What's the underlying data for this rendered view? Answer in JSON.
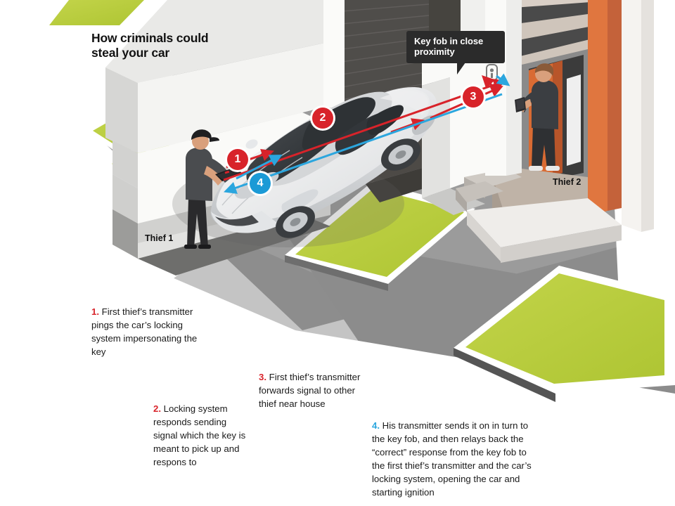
{
  "header": {
    "title_line1": "How criminals could",
    "title_line2": "steal your car"
  },
  "callout": {
    "line1": "Key fob in close",
    "line2": "proximity"
  },
  "labels": {
    "thief1": "Thief 1",
    "thief2": "Thief 2"
  },
  "markers": [
    {
      "id": "1",
      "color": "#D8232A"
    },
    {
      "id": "2",
      "color": "#D8232A"
    },
    {
      "id": "3",
      "color": "#D8232A"
    },
    {
      "id": "4",
      "color": "#1B9AD6"
    }
  ],
  "captions": [
    {
      "number": "1.",
      "number_color": "#D8232A",
      "text": "First thief’s transmitter pings the car’s locking system impersonating the key"
    },
    {
      "number": "2.",
      "number_color": "#D8232A",
      "text": "Locking system responds sending signal which the key is meant to pick up and respons to"
    },
    {
      "number": "3.",
      "number_color": "#D8232A",
      "text": "First thief’s transmitter forwards signal to other thief near house"
    },
    {
      "number": "4.",
      "number_color": "#2BA6DE",
      "text": "His transmitter sends it on in turn to the key fob, and then relays back the “correct” response from the key fob to the first thief’s transmitter and the car’s locking system, opening the car and starting ignition"
    }
  ],
  "colors": {
    "accent_red": "#D8232A",
    "accent_blue": "#1B9AD6",
    "lawn_green": "#B5CC3C",
    "pavement_gray": "#8C8C8C",
    "driveway_gray": "#9B9B9B",
    "wall_white": "#F2F2F0",
    "garage_door": "#5A5A58",
    "brick_orange": "#E0763F",
    "car_body": "#E8E9EA",
    "callout_bg": "#2B2B2B",
    "text_dark": "#1A1A1A"
  },
  "scene": {
    "elements": [
      "house-wall",
      "garage-door",
      "driveway",
      "lawn-patches",
      "car",
      "thief1-figure",
      "thief2-figure",
      "key-fob-icon",
      "signal-arrows-red",
      "signal-arrows-blue",
      "front-door",
      "steps"
    ]
  }
}
